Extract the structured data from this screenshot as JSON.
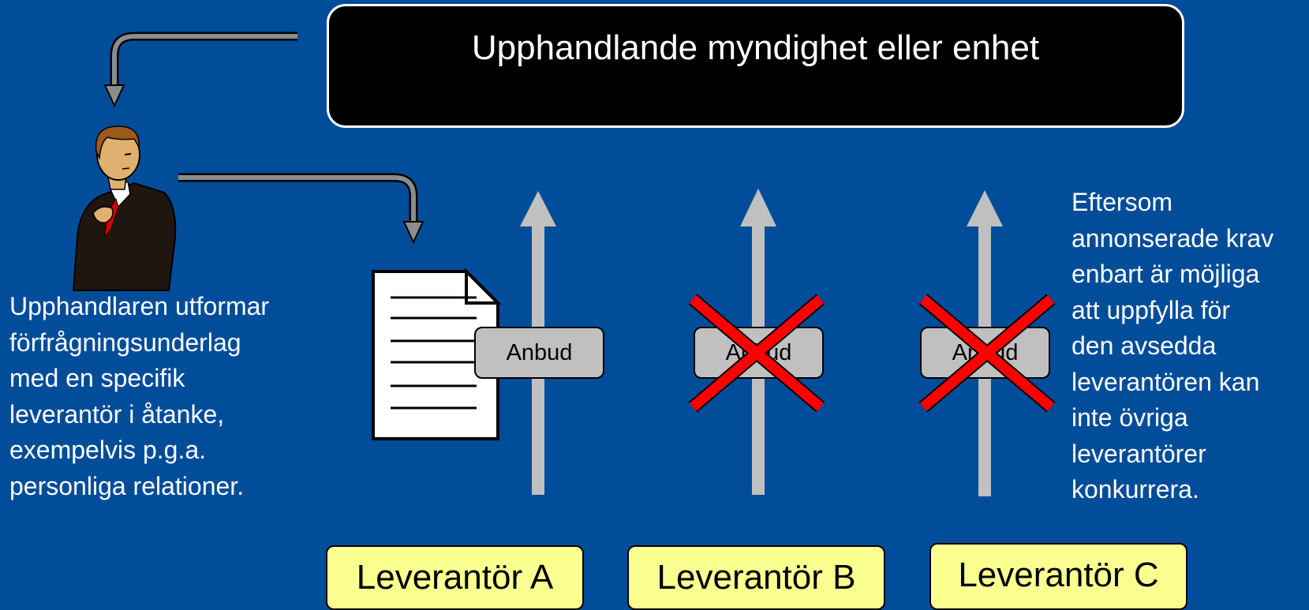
{
  "authority": {
    "title": "Upphandlande myndighet eller enhet"
  },
  "left_text": {
    "lines": [
      "Upphandlaren utformar",
      "förfrågningsunderlag",
      "med en specifik",
      "leverantör i åtanke,",
      "exempelvis p.g.a.",
      "personliga relationer."
    ]
  },
  "right_text": {
    "lines": [
      "Eftersom",
      "annonserade krav",
      "enbart är möjliga",
      "att uppfylla för",
      "den avsedda",
      "leverantören kan",
      "inte övriga",
      "leverantörer",
      "konkurrera."
    ]
  },
  "bids": [
    {
      "label": "Anbud",
      "rejected": false
    },
    {
      "label": "Anbud",
      "rejected": true
    },
    {
      "label": "Anbud",
      "rejected": true
    }
  ],
  "suppliers": [
    {
      "label": "Leverantör A"
    },
    {
      "label": "Leverantör B"
    },
    {
      "label": "Leverantör C"
    }
  ],
  "colors": {
    "background": "#024d9a",
    "supplier_fill": "#faff90",
    "bid_fill": "#c0c0c0",
    "arrow_gray": "#c0c0c0",
    "cross_red": "#ff0000"
  }
}
